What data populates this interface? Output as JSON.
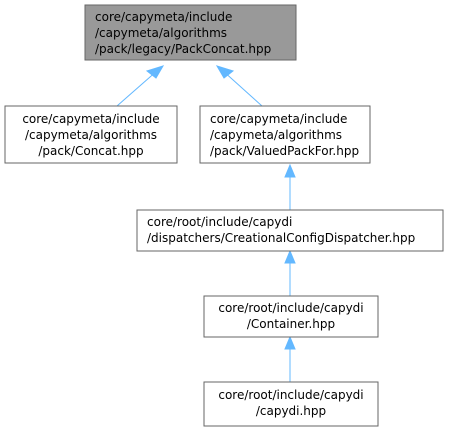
{
  "nodes": [
    {
      "id": "packconcat-legacy",
      "lines": [
        "core/capymeta/include",
        "/capymeta/algorithms",
        "/pack/legacy/PackConcat.hpp"
      ],
      "highlighted": true
    },
    {
      "id": "concat",
      "lines": [
        "core/capymeta/include",
        "/capymeta/algorithms",
        "/pack/Concat.hpp"
      ],
      "highlighted": false
    },
    {
      "id": "valuedpackfor",
      "lines": [
        "core/capymeta/include",
        "/capymeta/algorithms",
        "/pack/ValuedPackFor.hpp"
      ],
      "highlighted": false
    },
    {
      "id": "creational",
      "lines": [
        "core/root/include/capydi",
        "/dispatchers/CreationalConfigDispatcher.hpp"
      ],
      "highlighted": false
    },
    {
      "id": "container",
      "lines": [
        "core/root/include/capydi",
        "/Container.hpp"
      ],
      "highlighted": false
    },
    {
      "id": "capydi",
      "lines": [
        "core/root/include/capydi",
        "/capydi.hpp"
      ],
      "highlighted": false
    }
  ],
  "edges": [
    {
      "from": "concat",
      "to": "packconcat-legacy"
    },
    {
      "from": "valuedpackfor",
      "to": "packconcat-legacy"
    },
    {
      "from": "creational",
      "to": "valuedpackfor"
    },
    {
      "from": "container",
      "to": "creational"
    },
    {
      "from": "capydi",
      "to": "container"
    }
  ],
  "colors": {
    "highlighted_fill": "#999999",
    "node_fill": "#ffffff",
    "node_border": "#666666",
    "edge": "#63b8ff"
  }
}
